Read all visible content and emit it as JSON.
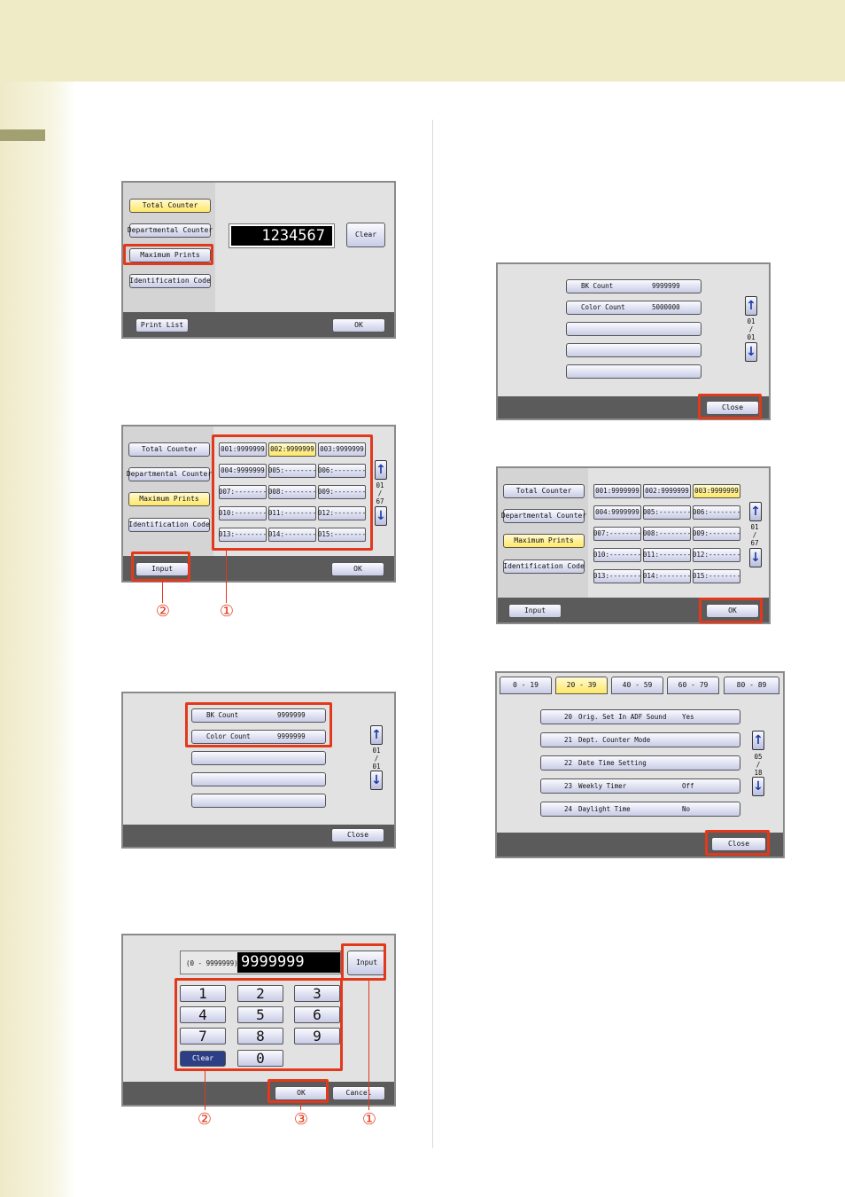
{
  "colors": {
    "accent_red": "#e2391d",
    "button_blue": "#c8cbe6",
    "selected_yellow": "#ffe766",
    "header_band": "#efebc7"
  },
  "counter_screen": {
    "menu": [
      "Total Counter",
      "Departmental Counter",
      "Maximum Prints",
      "Identification Code"
    ],
    "display": "1234567",
    "clear": "Clear",
    "print_list": "Print List",
    "ok": "OK"
  },
  "grid_screen": {
    "menu": [
      "Total Counter",
      "Departmental Counter",
      "Maximum Prints",
      "Identification Code"
    ],
    "cells": [
      "001:9999999",
      "002:9999999",
      "003:9999999",
      "004:9999999",
      "005:--------",
      "006:--------",
      "007:--------",
      "008:--------",
      "009:--------",
      "010:--------",
      "011:--------",
      "012:--------",
      "013:--------",
      "014:--------",
      "015:--------"
    ],
    "page_top": "01",
    "page_sep": "/",
    "page_bottom": "67",
    "input": "Input",
    "ok": "OK"
  },
  "count_screen": {
    "bk_label": "BK Count",
    "bk_value": "9999999",
    "color_label": "Color Count",
    "color_value": "9999999",
    "page_top": "01",
    "page_sep": "/",
    "page_bottom": "01",
    "close": "Close"
  },
  "keypad_screen": {
    "range": "(0 - 9999999)",
    "display": "9999999",
    "input": "Input",
    "keys": [
      "1",
      "2",
      "3",
      "4",
      "5",
      "6",
      "7",
      "8",
      "9"
    ],
    "clear": "Clear",
    "zero": "0",
    "ok": "OK",
    "cancel": "Cancel"
  },
  "count_screen2": {
    "bk_label": "BK Count",
    "bk_value": "9999999",
    "color_label": "Color Count",
    "color_value": "5000000",
    "page_top": "01",
    "page_sep": "/",
    "page_bottom": "01",
    "close": "Close"
  },
  "grid_screen2": {
    "menu": [
      "Total Counter",
      "Departmental Counter",
      "Maximum Prints",
      "Identification Code"
    ],
    "cells": [
      "001:9999999",
      "002:9999999",
      "003:9999999",
      "004:9999999",
      "005:--------",
      "006:--------",
      "007:--------",
      "008:--------",
      "009:--------",
      "010:--------",
      "011:--------",
      "012:--------",
      "013:--------",
      "014:--------",
      "015:--------"
    ],
    "page_top": "01",
    "page_sep": "/",
    "page_bottom": "67",
    "input": "Input",
    "ok": "OK"
  },
  "settings_screen": {
    "tabs": [
      "0 - 19",
      "20 - 39",
      "40 - 59",
      "60 - 79",
      "80 - 89"
    ],
    "rows": [
      {
        "num": "20",
        "label": "Orig. Set In ADF Sound",
        "value": "Yes"
      },
      {
        "num": "21",
        "label": "Dept. Counter Mode",
        "value": ""
      },
      {
        "num": "22",
        "label": "Date Time Setting",
        "value": ""
      },
      {
        "num": "23",
        "label": "Weekly Timer",
        "value": "Off"
      },
      {
        "num": "24",
        "label": "Daylight Time",
        "value": "No"
      }
    ],
    "page_top": "05",
    "page_sep": "/",
    "page_bottom": "18",
    "close": "Close"
  },
  "callouts": {
    "grid_input": "②",
    "grid_cells": "①",
    "keypad_keys": "②",
    "keypad_ok": "③",
    "keypad_input": "①"
  }
}
